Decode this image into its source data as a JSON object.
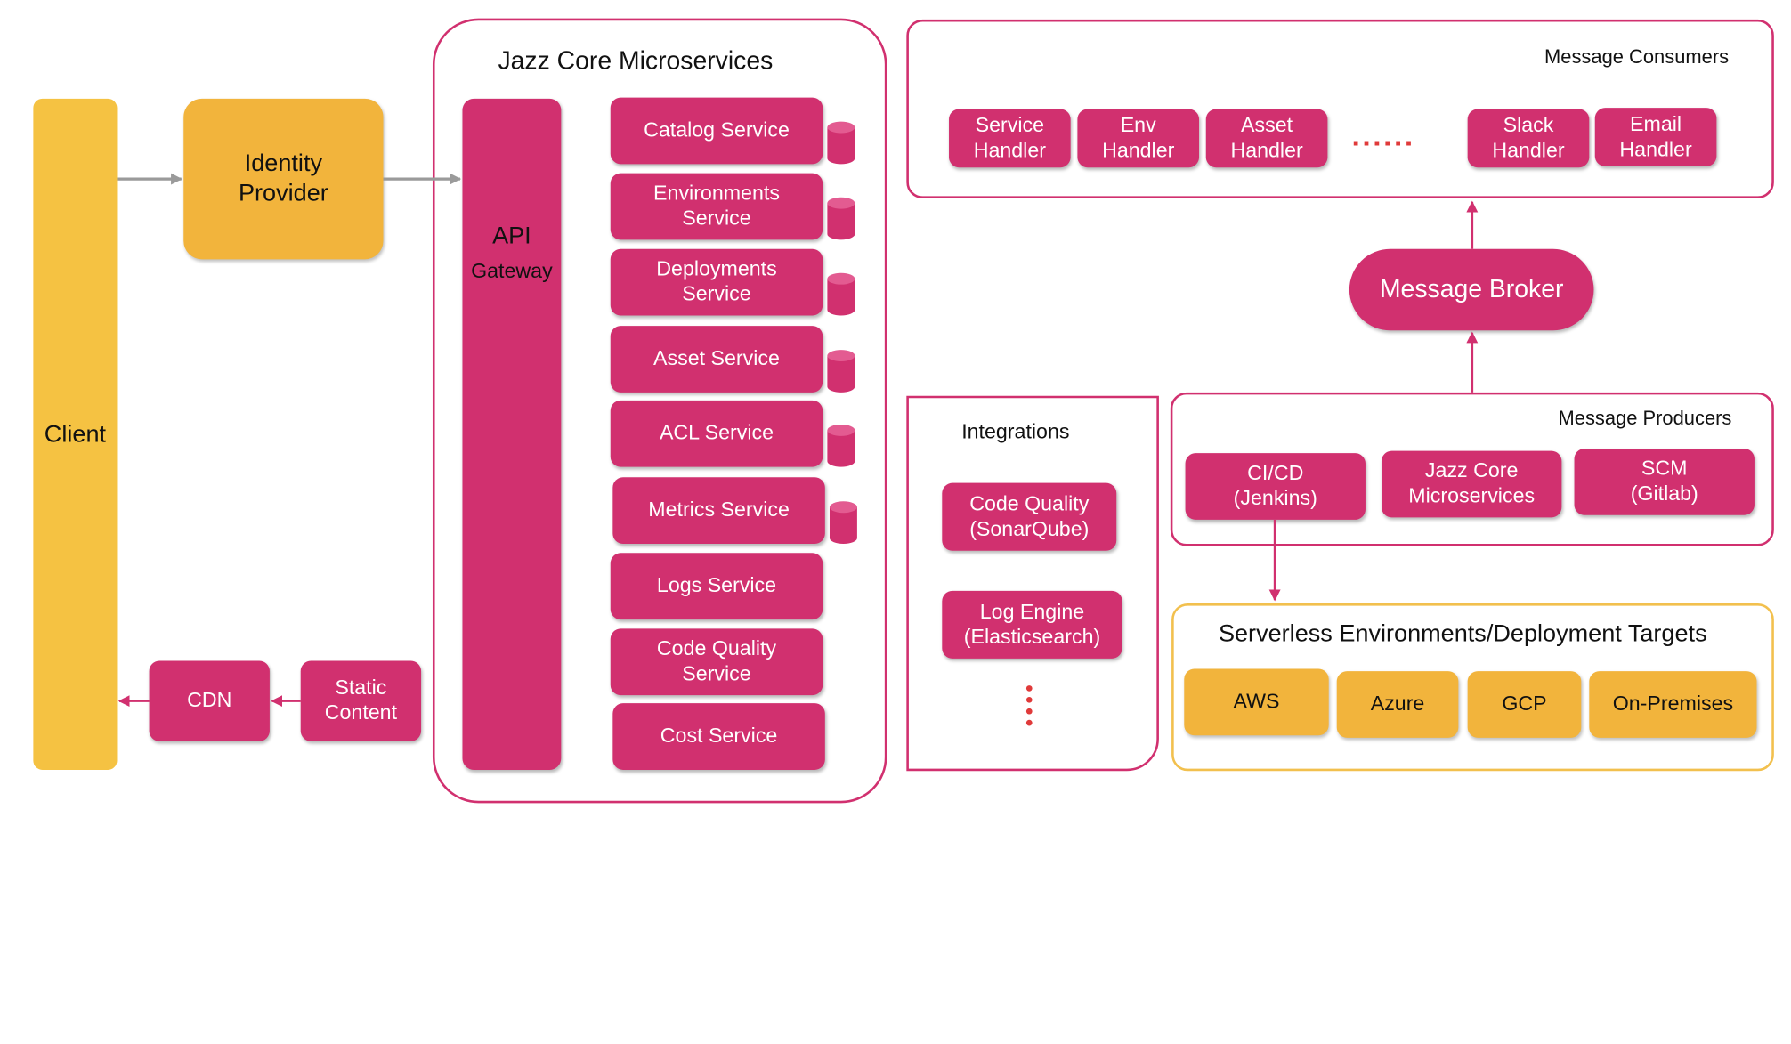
{
  "colors": {
    "accent": "#d1306f",
    "gold": "#f2b43c",
    "client": "#f5c242",
    "gray_arrow": "#9a9a9a",
    "dots": "#e03a3a"
  },
  "client": {
    "label": "Client"
  },
  "identity_provider": {
    "label": "Identity\nProvider"
  },
  "cdn": {
    "label": "CDN"
  },
  "static_content": {
    "label": "Static\nContent"
  },
  "core": {
    "title": "Jazz Core Microservices",
    "gateway": {
      "line1": "API",
      "line2": "Gateway"
    },
    "services": [
      {
        "label": "Catalog Service",
        "has_db": true
      },
      {
        "label": "Environments\nService",
        "has_db": true
      },
      {
        "label": "Deployments\nService",
        "has_db": true
      },
      {
        "label": "Asset Service",
        "has_db": true
      },
      {
        "label": "ACL Service",
        "has_db": true
      },
      {
        "label": "Metrics Service",
        "has_db": true
      },
      {
        "label": "Logs Service",
        "has_db": false
      },
      {
        "label": "Code Quality\nService",
        "has_db": false
      },
      {
        "label": "Cost Service",
        "has_db": false
      }
    ]
  },
  "consumers": {
    "title": "Message Consumers",
    "handlers": [
      "Service\nHandler",
      "Env\nHandler",
      "Asset\nHandler",
      "Slack\nHandler",
      "Email\nHandler"
    ],
    "ellipsis": "......"
  },
  "broker": {
    "label": "Message Broker"
  },
  "integrations": {
    "title": "Integrations",
    "items": [
      "Code Quality\n(SonarQube)",
      "Log Engine\n(Elasticsearch)"
    ]
  },
  "producers": {
    "title": "Message Producers",
    "items": [
      "CI/CD\n(Jenkins)",
      "Jazz Core\nMicroservices",
      "SCM\n(Gitlab)"
    ]
  },
  "targets": {
    "title": "Serverless Environments/Deployment Targets",
    "items": [
      "AWS",
      "Azure",
      "GCP",
      "On-Premises"
    ]
  }
}
